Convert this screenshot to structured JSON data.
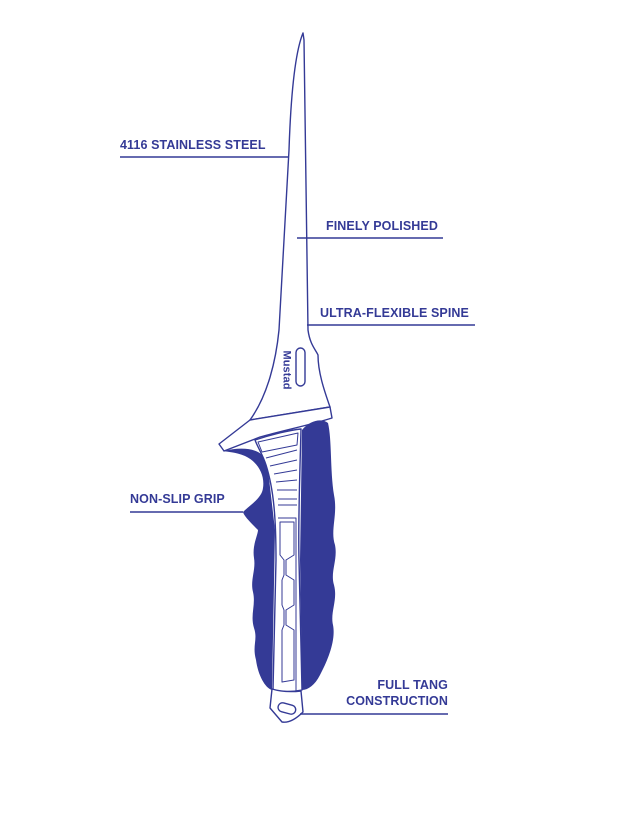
{
  "colors": {
    "accent": "#343a96",
    "background": "#ffffff"
  },
  "brand": "Mustad",
  "callouts": {
    "steel": "4116 STAINLESS STEEL",
    "polished": "FINELY POLISHED",
    "spine": "ULTRA-FLEXIBLE SPINE",
    "grip": "NON-SLIP GRIP",
    "tang_line1": "FULL TANG",
    "tang_line2": "CONSTRUCTION"
  }
}
